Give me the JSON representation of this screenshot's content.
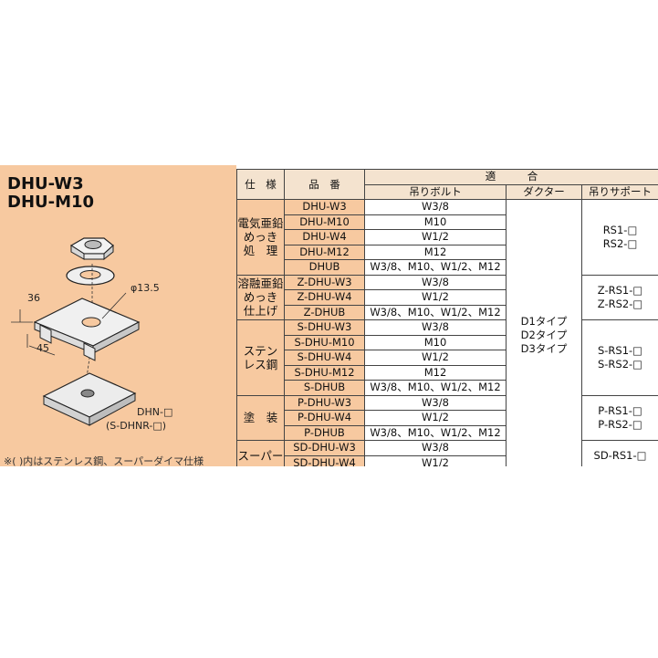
{
  "left": {
    "title_1": "DHU-W3",
    "title_2": "DHU-M10",
    "dim_36": "36",
    "dim_45": "45",
    "dim_phi": "φ13.5",
    "part_label_1": "DHN-□",
    "part_label_2": "(S-DHNR-□)",
    "footnote": "※( )内はステンレス鋼、スーパーダイマ仕様"
  },
  "table": {
    "header": {
      "spec": "仕　様",
      "part_no": "品　番",
      "applicable": "適　　　合",
      "hanging_bolt": "吊りボルト",
      "ductor": "ダクター",
      "hanging_support": "吊りサポート"
    },
    "groups": [
      {
        "category_lines": [
          "電気亜鉛",
          "めっき",
          "処　理"
        ],
        "rows": [
          {
            "code": "DHU-W3",
            "bolt": "W3/8"
          },
          {
            "code": "DHU-M10",
            "bolt": "M10"
          },
          {
            "code": "DHU-W4",
            "bolt": "W1/2"
          },
          {
            "code": "DHU-M12",
            "bolt": "M12"
          },
          {
            "code": "DHUB",
            "bolt": "W3/8、M10、W1/2、M12"
          }
        ],
        "support": [
          "RS1-□",
          "RS2-□"
        ]
      },
      {
        "category_lines": [
          "溶融亜鉛",
          "めっき",
          "仕上げ"
        ],
        "rows": [
          {
            "code": "Z-DHU-W3",
            "bolt": "W3/8"
          },
          {
            "code": "Z-DHU-W4",
            "bolt": "W1/2"
          },
          {
            "code": "Z-DHUB",
            "bolt": "W3/8、M10、W1/2、M12"
          }
        ],
        "support": [
          "Z-RS1-□",
          "Z-RS2-□"
        ]
      },
      {
        "category_lines": [
          "ステン",
          "レス鋼"
        ],
        "rows": [
          {
            "code": "S-DHU-W3",
            "bolt": "W3/8"
          },
          {
            "code": "S-DHU-M10",
            "bolt": "M10"
          },
          {
            "code": "S-DHU-W4",
            "bolt": "W1/2"
          },
          {
            "code": "S-DHU-M12",
            "bolt": "M12"
          },
          {
            "code": "S-DHUB",
            "bolt": "W3/8、M10、W1/2、M12"
          }
        ],
        "support": [
          "S-RS1-□",
          "S-RS2-□"
        ]
      },
      {
        "category_lines": [
          "塗　装"
        ],
        "rows": [
          {
            "code": "P-DHU-W3",
            "bolt": "W3/8"
          },
          {
            "code": "P-DHU-W4",
            "bolt": "W1/2"
          },
          {
            "code": "P-DHUB",
            "bolt": "W3/8、M10、W1/2、M12"
          }
        ],
        "support": [
          "P-RS1-□",
          "P-RS2-□"
        ]
      },
      {
        "category_lines": [
          "スーパー"
        ],
        "rows": [
          {
            "code": "SD-DHU-W3",
            "bolt": "W3/8"
          },
          {
            "code": "SD-DHU-W4",
            "bolt": "W1/2"
          }
        ],
        "support": [
          "SD-RS1-□"
        ]
      }
    ],
    "ductor_types": [
      "D1タイプ",
      "D2タイプ",
      "D3タイプ"
    ]
  }
}
